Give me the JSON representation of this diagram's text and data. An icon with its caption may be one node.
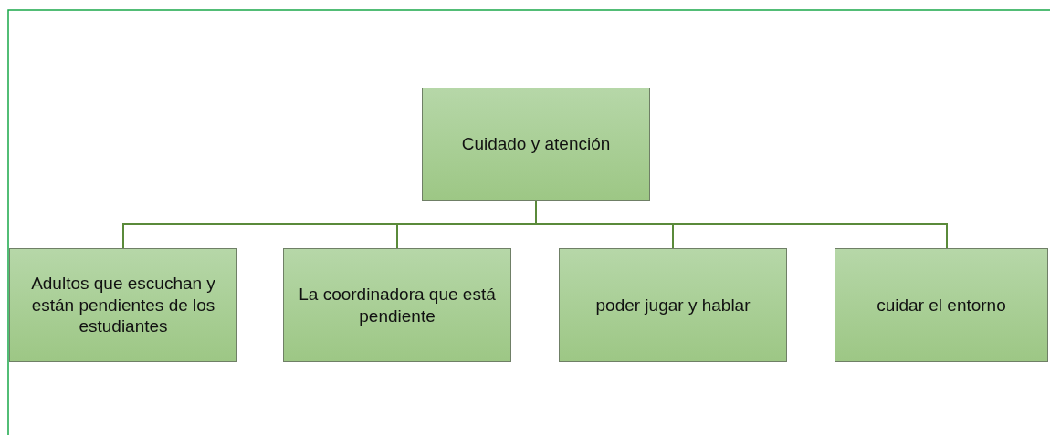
{
  "diagram": {
    "nodes": [
      {
        "text": [
          "Cuidado y atención"
        ]
      },
      {
        "text": [
          "Adultos que escuchan y están pendientes de los estudiantes"
        ]
      },
      {
        "text": [
          "La coordinadora que está pendiente"
        ]
      },
      {
        "text": [
          "poder jugar y hablar"
        ]
      },
      {
        "text": [
          "cuidar el entorno"
        ]
      }
    ],
    "edges": [
      {
        "from": 0,
        "to": 1,
        "arrow": "none"
      },
      {
        "from": 0,
        "to": 2,
        "arrow": "none"
      },
      {
        "from": 0,
        "to": 3,
        "arrow": "none"
      },
      {
        "from": 0,
        "to": 4,
        "arrow": "none"
      }
    ]
  }
}
